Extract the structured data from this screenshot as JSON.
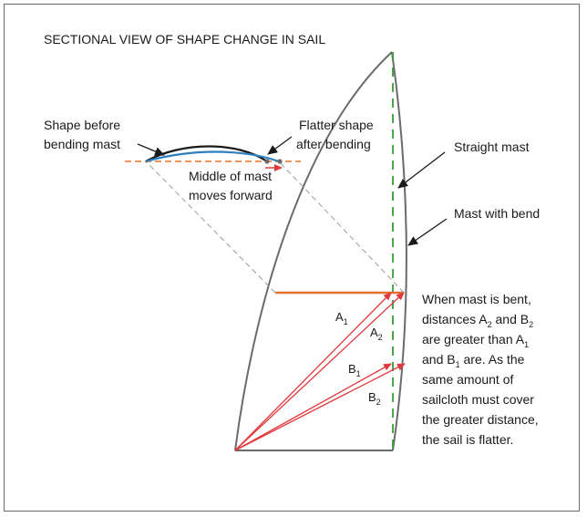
{
  "title": "SECTIONAL VIEW OF SHAPE CHANGE IN SAIL",
  "labels": {
    "shape_before": [
      "Shape before",
      "bending mast"
    ],
    "flatter_shape": [
      "Flatter shape",
      "after bending"
    ],
    "middle_of_mast": [
      "Middle of mast",
      "moves forward"
    ],
    "straight_mast": "Straight mast",
    "mast_with_bend": "Mast with bend"
  },
  "distances": {
    "a": "A",
    "b": "B",
    "sub1": "1",
    "sub2": "2"
  },
  "explanation": {
    "l1": "When mast is bent,",
    "l2_pre": "distances A",
    "l2_mid": " and B",
    "l3_pre": "are greater than A",
    "l4_pre": "and B",
    "l4_post": " are. As the",
    "l5": "same amount of",
    "l6": "sailcloth must cover",
    "l7": "the greater distance,",
    "l8": "the sail is flatter.",
    "sub1": "1",
    "sub2": "2"
  },
  "colors": {
    "red": "#e03a3e",
    "orange": "#e8702a",
    "green": "#3a9a3a",
    "blue": "#2c7fc0",
    "gray": "#6b6b6b",
    "dash_gray": "#9a9a9a"
  }
}
